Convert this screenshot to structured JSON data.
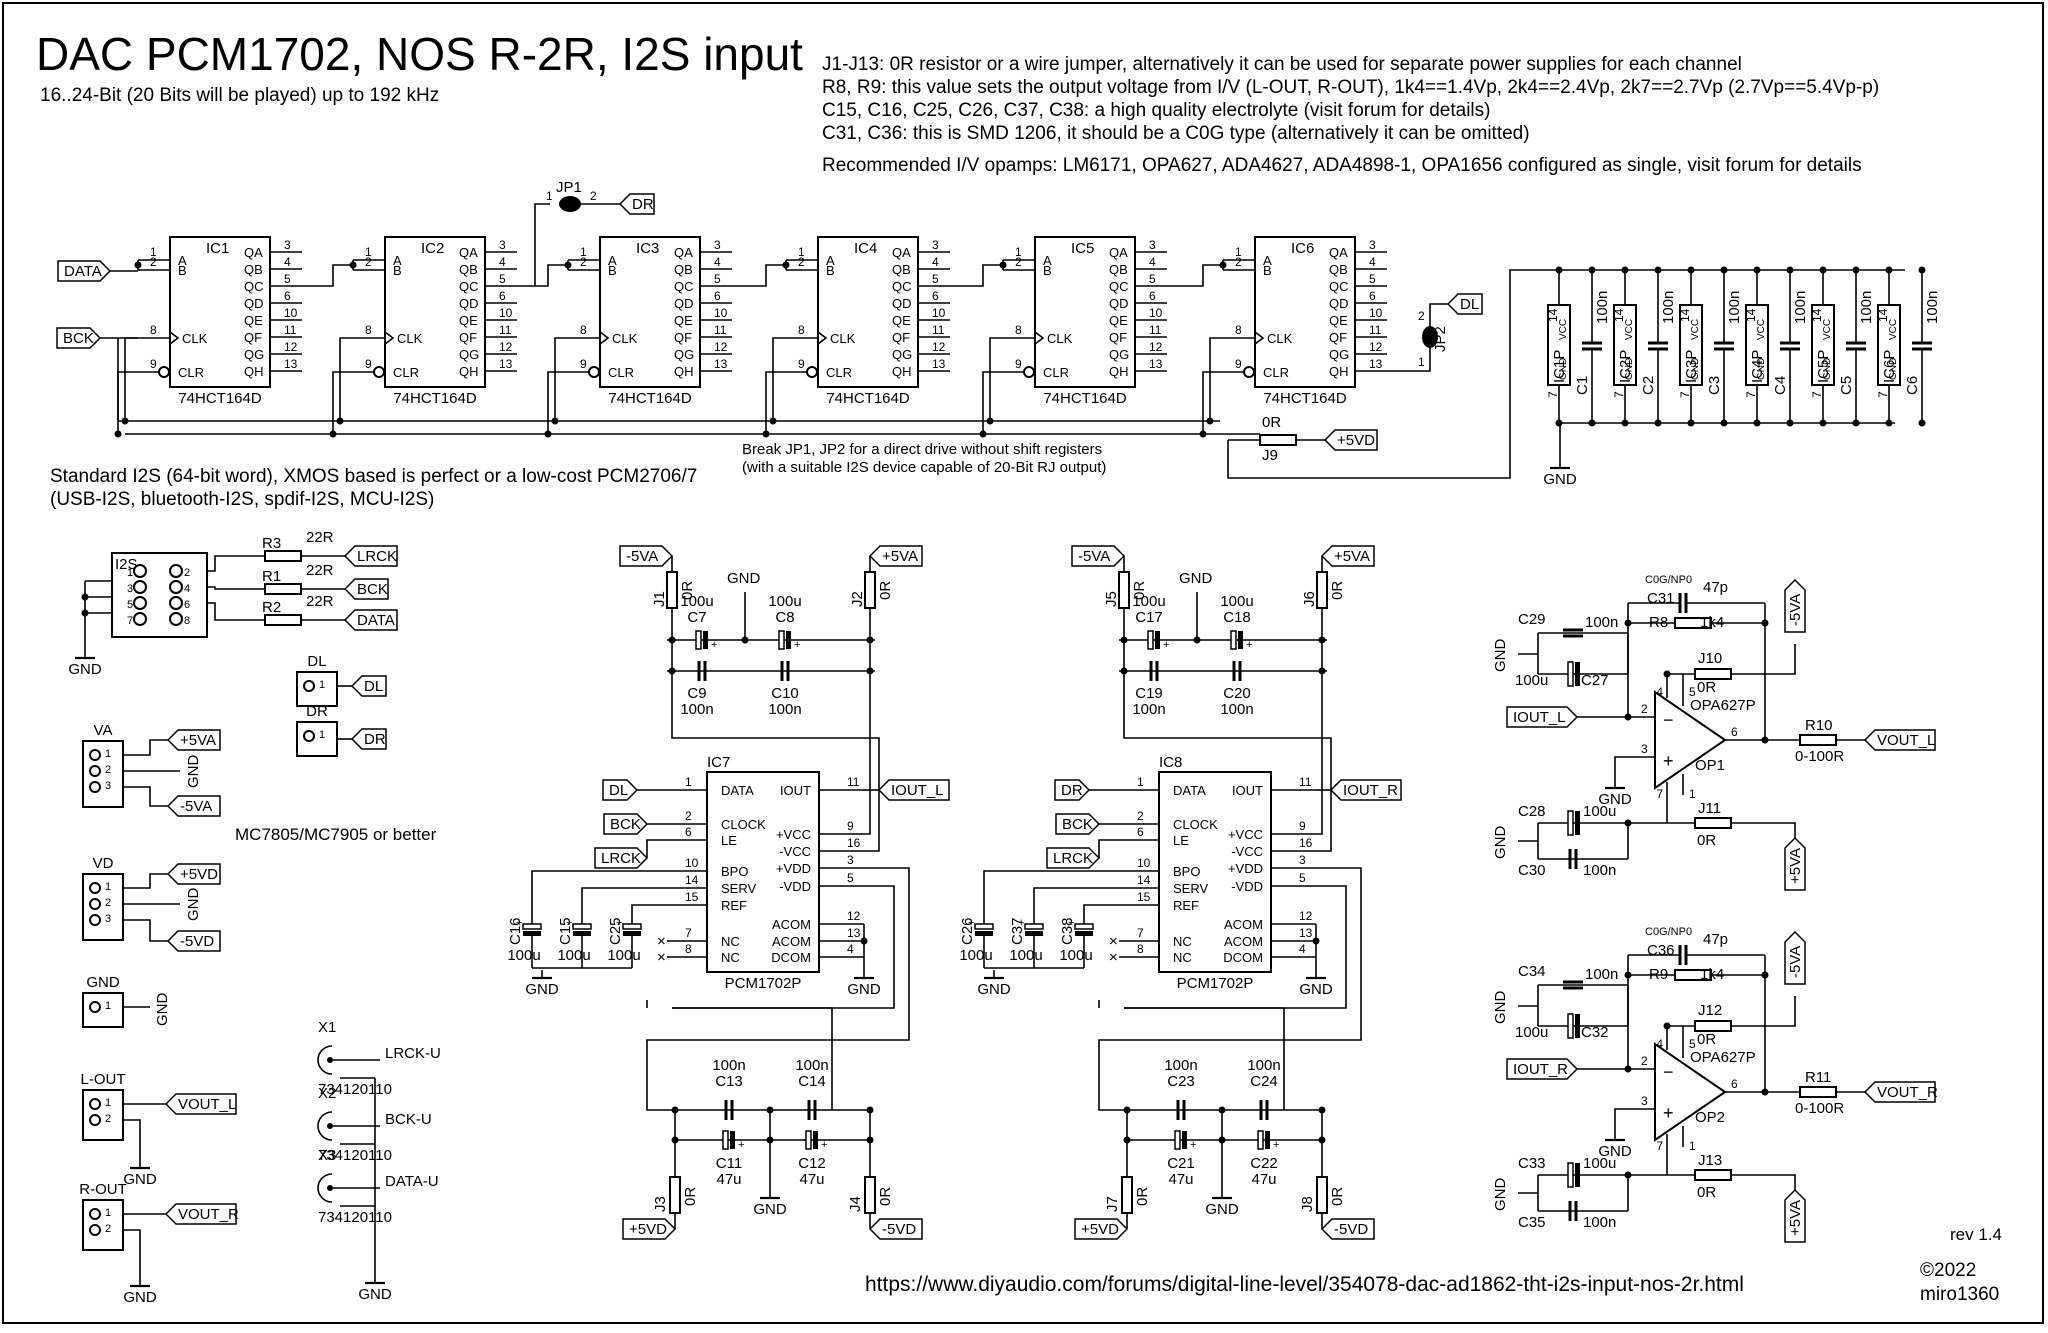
{
  "title": "DAC PCM1702, NOS R-2R, I2S input",
  "subtitle": "16..24-Bit (20 Bits will be played) up to 192 kHz",
  "notes": [
    "J1-J13: 0R resistor or a wire jumper, alternatively it can be used for separate power supplies for each channel",
    "R8, R9: this value sets the output voltage from I/V (L-OUT, R-OUT), 1k4==1.4Vp, 2k4==2.4Vp, 2k7==2.7Vp (2.7Vp==5.4Vp-p)",
    "C15, C16, C25, C26, C37, C38: a high quality electrolyte (visit forum for details)",
    "C31, C36: this is SMD 1206, it should be a C0G type (alternatively it can be omitted)",
    "Recommended I/V opamps: LM6171, OPA627, ADA4627, ADA4898-1, OPA1656 configured as single, visit forum for details"
  ],
  "i2s_note": [
    "Standard I2S (64-bit word), XMOS based is perfect or a low-cost PCM2706/7",
    "(USB-I2S, bluetooth-I2S, spdif-I2S, MCU-I2S)"
  ],
  "jp_note": [
    "Break JP1, JP2 for a direct drive without shift registers",
    "(with a suitable I2S device capable of 20-Bit RJ output)"
  ],
  "regulator_note": "MC7805/MC7905 or better",
  "url": "https://www.diyaudio.com/forums/digital-line-level/354078-dac-ad1862-tht-i2s-input-nos-2r.html",
  "rev": "rev 1.4",
  "copyright": "©2022",
  "author": "miro1360",
  "shift_regs": [
    {
      "name": "IC1",
      "part": "74HCT164D"
    },
    {
      "name": "IC2",
      "part": "74HCT164D"
    },
    {
      "name": "IC3",
      "part": "74HCT164D"
    },
    {
      "name": "IC4",
      "part": "74HCT164D"
    },
    {
      "name": "IC5",
      "part": "74HCT164D"
    },
    {
      "name": "IC6",
      "part": "74HCT164D"
    }
  ],
  "sr_pins_left": [
    [
      "1",
      "A"
    ],
    [
      "2",
      "B"
    ],
    [
      "8",
      "CLK"
    ],
    [
      "9",
      "CLR"
    ]
  ],
  "sr_pins_right": [
    [
      "3",
      "QA"
    ],
    [
      "4",
      "QB"
    ],
    [
      "5",
      "QC"
    ],
    [
      "6",
      "QD"
    ],
    [
      "10",
      "QE"
    ],
    [
      "11",
      "QF"
    ],
    [
      "12",
      "QG"
    ],
    [
      "13",
      "QH"
    ]
  ],
  "decoup_ics": [
    "IC1P",
    "IC2P",
    "IC3P",
    "IC4P",
    "IC5P",
    "IC6P"
  ],
  "decoup_caps": [
    "C1",
    "C2",
    "C3",
    "C4",
    "C5",
    "C6"
  ],
  "cap_100n": "100n",
  "vcc": "VCC",
  "gnd_small": "GND",
  "pin14": "14",
  "pin7": "7",
  "nets": {
    "data": "DATA",
    "bck": "BCK",
    "lrck": "LRCK",
    "dl": "DL",
    "dr": "DR",
    "p5vd": "+5VD",
    "m5vd": "-5VD",
    "p5va": "+5VA",
    "m5va": "-5VA",
    "gnd": "GND",
    "ioutl": "IOUT_L",
    "ioutr": "IOUT_R",
    "voutl": "VOUT_L",
    "voutr": "VOUT_R"
  },
  "jp1": "JP1",
  "jp2": "JP2",
  "j9": "J9",
  "r0": "0R",
  "conn": {
    "i2s": "I2S",
    "va": "VA",
    "vd": "VD",
    "gndc": "GND",
    "lout": "L-OUT",
    "rout": "R-OUT",
    "dl": "DL",
    "dr": "DR"
  },
  "i2s_res": [
    [
      "R3",
      "22R"
    ],
    [
      "R1",
      "22R"
    ],
    [
      "R2",
      "22R"
    ]
  ],
  "x_conn": [
    [
      "X1",
      "LRCK-U"
    ],
    [
      "X2",
      "BCK-U"
    ],
    [
      "X3",
      "DATA-U"
    ]
  ],
  "x_part": "734120110",
  "dacs": [
    {
      "ic": "IC7",
      "part": "PCM1702P",
      "in": "DL",
      "out": "IOUT_L",
      "jm": "J1",
      "jp": "J2",
      "j3": "J3",
      "j4": "J4",
      "c_el": [
        "C7",
        "C8"
      ],
      "c_cer": [
        "C9",
        "C10"
      ],
      "c_ref": [
        "C16",
        "C15",
        "C25"
      ],
      "c_vd": [
        "C13",
        "C14"
      ],
      "c_vdel": [
        "C11",
        "C12"
      ]
    },
    {
      "ic": "IC8",
      "part": "PCM1702P",
      "in": "DR",
      "out": "IOUT_R",
      "jm": "J5",
      "jp": "J6",
      "j3": "J7",
      "j4": "J8",
      "c_el": [
        "C17",
        "C18"
      ],
      "c_cer": [
        "C19",
        "C20"
      ],
      "c_ref": [
        "C26",
        "C37",
        "C38"
      ],
      "c_vd": [
        "C23",
        "C24"
      ],
      "c_vdel": [
        "C21",
        "C22"
      ]
    }
  ],
  "dac_pins_left": [
    [
      "1",
      "DATA"
    ],
    [
      "2",
      "CLOCK"
    ],
    [
      "6",
      "LE"
    ],
    [
      "10",
      "BPO"
    ],
    [
      "14",
      "SERV"
    ],
    [
      "15",
      "REF"
    ],
    [
      "7",
      "NC"
    ],
    [
      "8",
      "NC"
    ]
  ],
  "dac_pins_right": [
    [
      "11",
      "IOUT"
    ],
    [
      "9",
      "+VCC"
    ],
    [
      "16",
      "-VCC"
    ],
    [
      "3",
      "+VDD"
    ],
    [
      "5",
      "-VDD"
    ],
    [
      "12",
      "ACOM"
    ],
    [
      "13",
      "ACOM"
    ],
    [
      "4",
      "DCOM"
    ]
  ],
  "vals": {
    "c100u": "100u",
    "c100n": "100n",
    "c47u": "47u",
    "c47p": "47p",
    "r1k4": "1k4",
    "r0100": "0-100R",
    "c0g": "C0G/NP0"
  },
  "opamps": [
    {
      "name": "OP1",
      "part": "OPA627P",
      "in": "IOUT_L",
      "out": "VOUT_L",
      "r": "R8",
      "rout": "R10",
      "cf": "C31",
      "c29": "C29",
      "c27": "C27",
      "j10": "J10",
      "c28": "C28",
      "c30": "C30",
      "j11": "J11"
    },
    {
      "name": "OP2",
      "part": "OPA627P",
      "in": "IOUT_R",
      "out": "VOUT_R",
      "r": "R9",
      "rout": "R11",
      "cf": "C36",
      "c29": "C34",
      "c27": "C32",
      "j10": "J12",
      "c28": "C33",
      "c30": "C35",
      "j11": "J13"
    }
  ],
  "op_pins": [
    "2",
    "3",
    "4",
    "5",
    "6",
    "7",
    "1"
  ]
}
